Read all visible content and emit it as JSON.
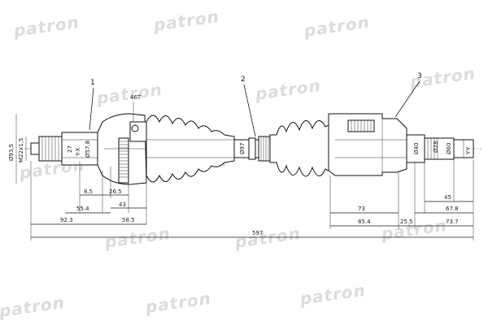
{
  "watermark": {
    "text": "patron"
  },
  "callouts": [
    "1",
    "2",
    "3"
  ],
  "labels": {
    "teeth": "46T",
    "left_dia": "Ø93,5",
    "left_thread": "M22x1,5",
    "spline_left": "27",
    "joint_a": "Y-X",
    "joint_dia": "Ø57,8",
    "shaft_dia": "Ø97",
    "out_dia40": "Ø40",
    "out_dia28": "Ø28",
    "out_dia60": "Ø60",
    "joint_b": "Y-Y"
  },
  "dimensions": {
    "d8_5": "8.5",
    "d26_5": "26.5",
    "d43": "43",
    "d55_4": "55.4",
    "d92_3": "92.3",
    "d58_5": "58.5",
    "d597": "597",
    "d73": "73",
    "d45": "45",
    "d67_8": "67.8",
    "d85_4": "85.4",
    "d25_5": "25.5",
    "d73_7": "73.7"
  }
}
